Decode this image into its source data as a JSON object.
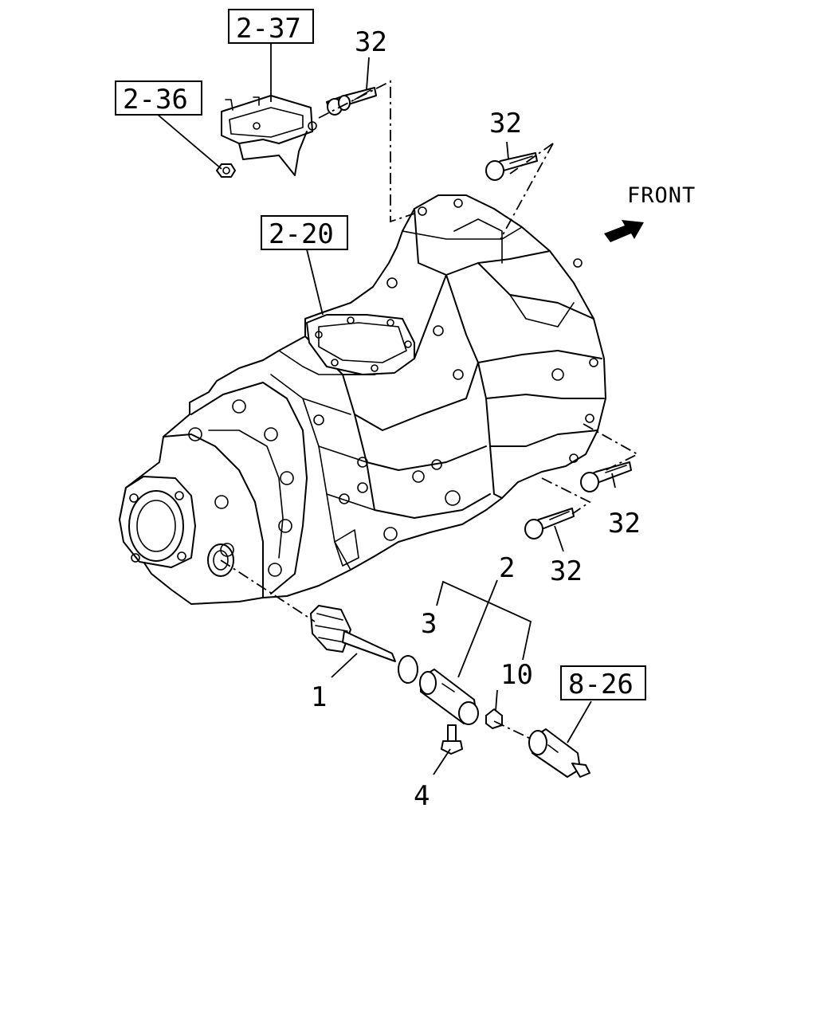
{
  "direction": {
    "label": "FRONT",
    "icon": "arrow-icon"
  },
  "references": {
    "r_2_37": "2-37",
    "r_2_36": "2-36",
    "r_2_20": "2-20",
    "r_8_26": "8-26"
  },
  "callouts": {
    "c32a": "32",
    "c32b": "32",
    "c32c": "32",
    "c32d": "32",
    "c1": "1",
    "c2": "2",
    "c3": "3",
    "c4": "4",
    "c10": "10"
  }
}
